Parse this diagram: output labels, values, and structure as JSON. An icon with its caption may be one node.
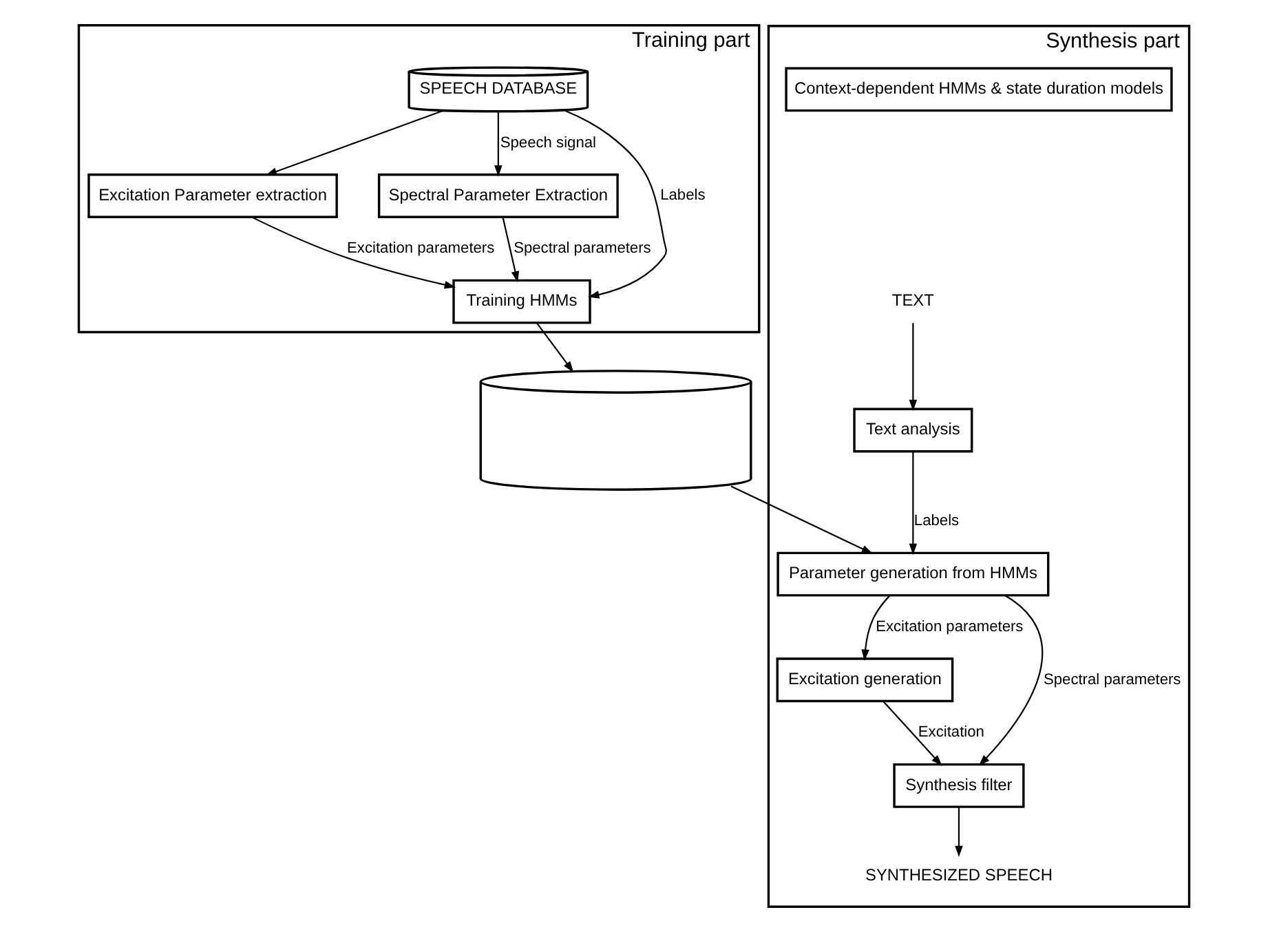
{
  "diagram": {
    "nodes": [
      {
        "text": [
          "Training part"
        ]
      },
      {
        "text": [
          "SPEECH DATABASE"
        ],
        "in": 0
      },
      {
        "text": [
          "Excitation Parameter extraction"
        ],
        "in": 0
      },
      {
        "text": [
          "Spectral Parameter Extraction"
        ],
        "in": 0
      },
      {
        "text": [
          "Training HMMs"
        ],
        "in": 0
      },
      {
        "text": [],
        "shape": "cylinder"
      },
      {
        "text": [
          "Synthesis part"
        ]
      },
      {
        "text": [
          "Context-dependent HMMs & state duration models"
        ],
        "in": 6
      },
      {
        "text": [
          "TEXT"
        ],
        "in": 6
      },
      {
        "text": [
          "Text analysis"
        ],
        "in": 6
      },
      {
        "text": [
          "Parameter generation from HMMs"
        ],
        "in": 6
      },
      {
        "text": [
          "Excitation generation"
        ],
        "in": 6
      },
      {
        "text": [
          "Synthesis filter"
        ],
        "in": 6
      },
      {
        "text": [
          "SYNTHESIZED SPEECH"
        ],
        "in": 6
      }
    ],
    "edges": [
      {
        "from": 1,
        "to": 2,
        "arrow": "to"
      },
      {
        "from": 1,
        "to": 3,
        "arrow": "to",
        "label": "Speech signal"
      },
      {
        "from": 2,
        "to": 4,
        "arrow": "to",
        "label": "Excitation parameters"
      },
      {
        "from": 3,
        "to": 4,
        "arrow": "to",
        "label": "Spectral parameters"
      },
      {
        "from": 1,
        "to": 4,
        "arrow": "to",
        "label": "Labels"
      },
      {
        "from": 4,
        "to": 5,
        "arrow": "to"
      },
      {
        "from": 8,
        "to": 9,
        "arrow": "to"
      },
      {
        "from": 9,
        "to": 10,
        "arrow": "to",
        "label": "Labels"
      },
      {
        "from": 5,
        "to": 10,
        "arrow": "to"
      },
      {
        "from": 10,
        "to": 11,
        "arrow": "to",
        "label": "Excitation parameters"
      },
      {
        "from": 10,
        "to": 12,
        "arrow": "to",
        "label": "Spectral parameters"
      },
      {
        "from": 11,
        "to": 12,
        "arrow": "to",
        "label": "Excitation"
      },
      {
        "from": 12,
        "to": 13,
        "arrow": "to"
      }
    ]
  }
}
